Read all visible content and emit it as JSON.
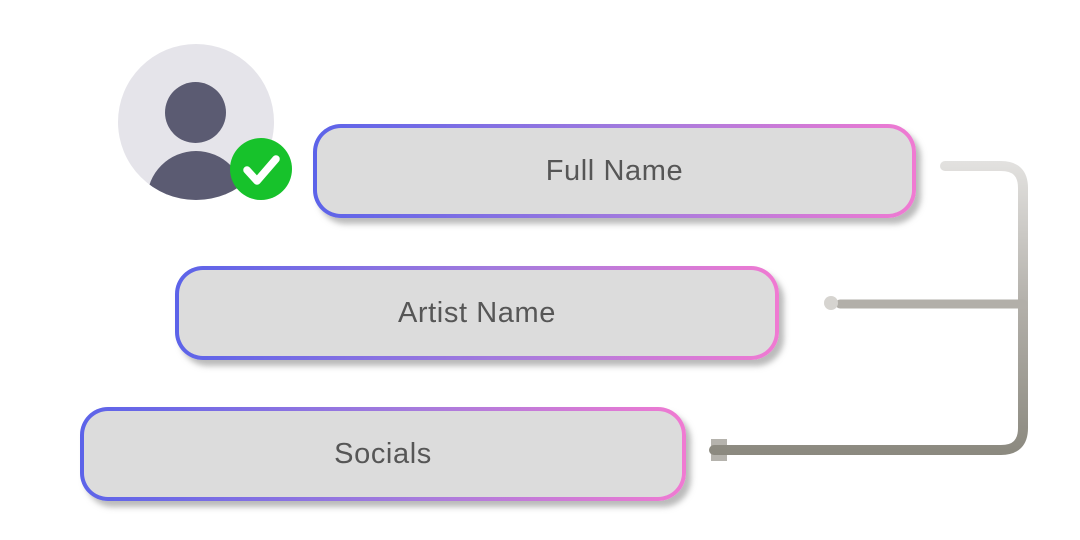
{
  "scene": {
    "description": "profile-setup-illustration"
  },
  "avatar": {
    "name": "profile-avatar",
    "status": "verified",
    "badge_icon": "check-icon"
  },
  "form": {
    "fields": [
      {
        "id": "full_name",
        "label": "Full Name"
      },
      {
        "id": "artist_name",
        "label": "Artist Name"
      },
      {
        "id": "socials",
        "label": "Socials"
      }
    ]
  },
  "colors": {
    "scene_bg": "#ffffff",
    "field_fill": "#dcdcdc",
    "border_gradient_start": "#5c63e9",
    "border_gradient_mid": "#a57bdd",
    "border_gradient_end": "#f07ad2",
    "label_text": "#565656",
    "avatar_bg": "#e5e4ea",
    "avatar_person": "#5b5b72",
    "badge_green": "#17c22b",
    "connector_light": "#e3e2e0",
    "connector_mid": "#b2afa9",
    "connector_dark": "#8b897f",
    "marker_dot": "#d6d4d0",
    "marker_square": "#b5b3ad"
  }
}
